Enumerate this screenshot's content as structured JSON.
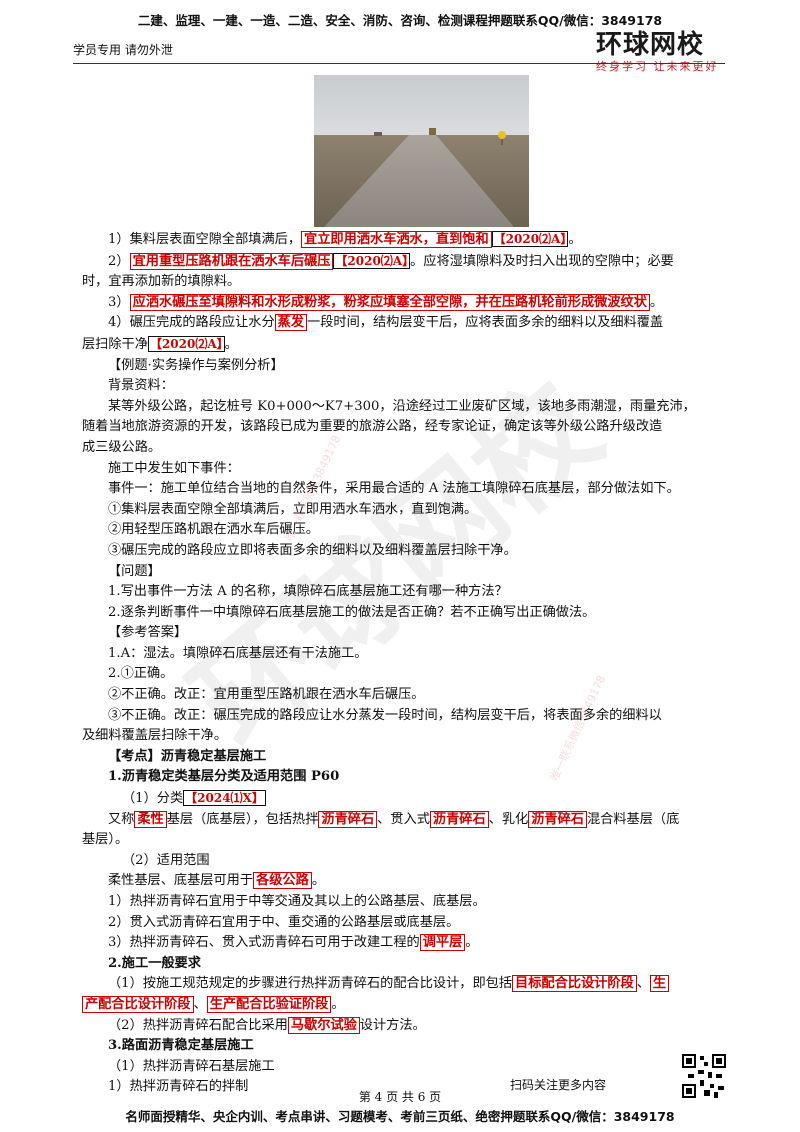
{
  "header": {
    "banner": "二建、监理、一建、一造、二造、安全、消防、咨询、检测课程押题联系QQ/微信：3849178",
    "tag": "学员专用 请勿外泄",
    "logo_title": "环球网校",
    "logo_slogan": "终身学习 让未来更好"
  },
  "body": {
    "p1": {
      "a": "1）集料层表面空隙全部填满后，",
      "hl": "宜立即用洒水车洒水，直到饱和",
      "ref": "【2020⑵A】",
      "end": "。"
    },
    "p2": {
      "hl": "宜用重型压路机跟在洒水车后碾压",
      "ref": "【2020⑵A】",
      "b": "。应将湿填隙料及时扫入出现的空隙中；必要",
      "c": "时，宜再添加新的填隙料。",
      "a": "2）"
    },
    "p3": {
      "a": "3）",
      "hl": "应洒水碾压至填隙料和水形成粉浆，粉浆应填塞全部空隙，并在压路机轮前形成微波纹状",
      "end": "。"
    },
    "p4": {
      "a": "4）碾压完成的路段应让水分",
      "hl": "蒸发",
      "b": "一段时间，结构层变干后，应将表面多余的细料以及细料覆盖",
      "c": "层扫除干净",
      "ref": "【2020⑵A】",
      "end": "。"
    },
    "example_title": "【例题·实务操作与案例分析】",
    "bg_title": "背景资料：",
    "bg1": "某等外级公路，起讫桩号 K0+000～K7+300，沿途经过工业废矿区域，该地多雨潮湿，雨量充沛，",
    "bg2": "随着当地旅游资源的开发，该路段已成为重要的旅游公路，经专家论证，确定该等外级公路升级改造",
    "bg3": "成三级公路。",
    "ev_title": "施工中发生如下事件：",
    "ev1": "事件一：施工单位结合当地的自然条件，采用最合适的 A 法施工填隙碎石底基层，部分做法如下。",
    "ev2": "①集料层表面空隙全部填满后，立即用洒水车洒水，直到饱满。",
    "ev3": "②用轻型压路机跟在洒水车后碾压。",
    "ev4": "③碾压完成的路段应立即将表面多余的细料以及细料覆盖层扫除干净。",
    "q_title": "【问题】",
    "q1": "1.写出事件一方法 A 的名称，填隙碎石底基层施工还有哪一种方法？",
    "q2": "2.逐条判断事件一中填隙碎石底基层施工的做法是否正确？若不正确写出正确做法。",
    "ans_title": "【参考答案】",
    "a1": "1.A：湿法。填隙碎石底基层还有干法施工。",
    "a2": "2.①正确。",
    "a3": "②不正确。改正：宜用重型压路机跟在洒水车后碾压。",
    "a4": "③不正确。改正：碾压完成的路段应让水分蒸发一段时间，结构层变干后，将表面多余的细料以",
    "a5": "及细料覆盖层扫除干净。",
    "kp_title": "【考点】沥青稳定基层施工",
    "s1_title": "1.沥青稳定类基层分类及适用范围  P60",
    "s1_1": {
      "a": "（1）分类",
      "ref": "【2024⑴X】"
    },
    "s1_2": {
      "a": "又称",
      "hl1": "柔性",
      "b": "基层（底基层），包括热拌",
      "hl2": "沥青碎石",
      "c": "、贯入式",
      "hl3": "沥青碎石",
      "d": "、乳化",
      "hl4": "沥青碎石",
      "e": "混合料基层（底"
    },
    "s1_3": "基层）。",
    "s1_4": "（2）适用范围",
    "s1_5": {
      "a": "柔性基层、底基层可用于",
      "hl": "各级公路",
      "end": "。"
    },
    "s1_6": "1）热拌沥青碎石宜用于中等交通及其以上的公路基层、底基层。",
    "s1_7": "2）贯入式沥青碎石宜用于中、重交通的公路基层或底基层。",
    "s1_8": {
      "a": "3）热拌沥青碎石、贯入式沥青碎石可用于改建工程的",
      "hl": "调平层",
      "end": "。"
    },
    "s2_title": "2.施工一般要求",
    "s2_1": {
      "a": "（1）按施工规范规定的步骤进行热拌沥青碎石的配合比设计，即包括",
      "hl1": "目标配合比设计阶段",
      "b": "、",
      "hl2a": "生"
    },
    "s2_2": {
      "hl2b": "产配合比设计阶段",
      "b": "、",
      "hl3": "生产配合比验证阶段",
      "end": "。"
    },
    "s2_3": {
      "a": "（2）热拌沥青碎石配合比采用",
      "hl": "马歇尔试验",
      "end": "设计方法。"
    },
    "s3_title": "3.路面沥青稳定基层施工",
    "s3_1": "（1）热拌沥青碎石基层施工",
    "s3_2": "1）热拌沥青碎石的拌制"
  },
  "footer": {
    "scan": "扫码关注更多内容",
    "page": "第 4 页 共 6 页",
    "banner": "名师面授精华、央企内训、考点串讲、习题模考、考前三页纸、绝密押题联系QQ/微信：3849178"
  },
  "watermark": {
    "text1": "唯一联系微信3849178",
    "text2": "唯一联系微信3849178",
    "big": "环球网校"
  }
}
